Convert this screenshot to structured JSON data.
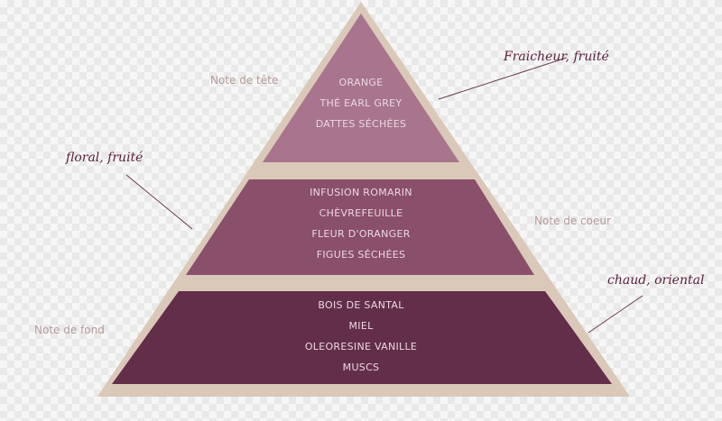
{
  "colors": {
    "frame": "#dac9b8",
    "top_tier": "#a9748e",
    "middle_tier": "#8a4f6b",
    "bottom_tier": "#632e4a",
    "tier_text": "#ead8e0",
    "side_label": "#b59a9a",
    "desc_label": "#5a1f3c"
  },
  "tiers": {
    "top": {
      "label": "Note de tête",
      "items": [
        "ORANGE",
        "THÉ EARL GREY",
        "DATTES SÉCHÉES"
      ],
      "description": "Fraicheur, fruité"
    },
    "middle": {
      "label": "Note de coeur",
      "items": [
        "INFUSION ROMARIN",
        "CHÈVREFEUILLE",
        "FLEUR D'ORANGER",
        "FIGUES SÉCHÉES"
      ],
      "description": "floral, fruité"
    },
    "bottom": {
      "label": "Note de fond",
      "items": [
        "BOIS DE SANTAL",
        "MIEL",
        "OLEORESINE VANILLE",
        "MUSCS"
      ],
      "description": "chaud, oriental"
    }
  }
}
